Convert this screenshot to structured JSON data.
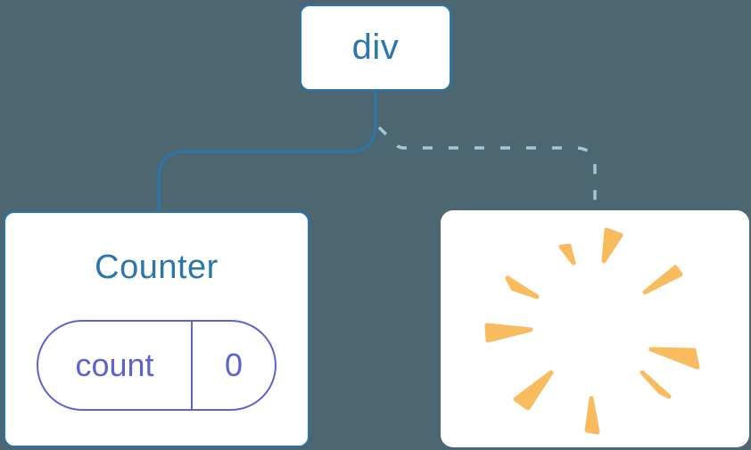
{
  "diagram": {
    "root": {
      "label": "div"
    },
    "counter": {
      "title": "Counter",
      "state_key": "count",
      "state_value": "0"
    },
    "removed": {
      "icon": "poof-icon"
    }
  },
  "colors": {
    "background": "#4C6672",
    "node_blue": "#2B76AB",
    "dashed_blue": "#A5C6DA",
    "state_indigo": "#5C62CE",
    "poof_orange": "#F8BC5F",
    "card_white": "#FFFFFF"
  },
  "poof_rays": [
    "186,22 202,28 183,57",
    "135,41 144,40 149,59",
    "75,76 81,88 108,97",
    "52,129 53,146 101,134",
    "84,212 98,222 124,182",
    "164,247 176,249 169,211",
    "246,204 256,209 226,182",
    "284,157 288,176 236,156",
    "263,64 269,72 229,92"
  ]
}
